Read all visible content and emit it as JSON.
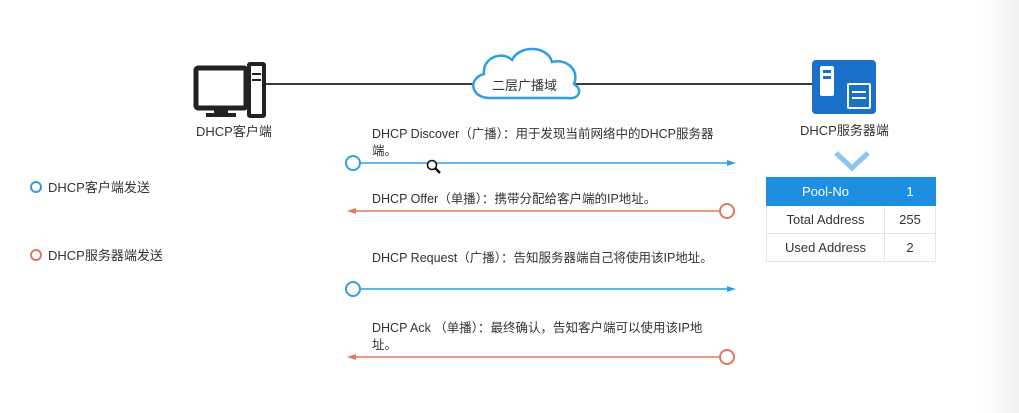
{
  "network": {
    "cloud_label": "二层广播域"
  },
  "client": {
    "label": "DHCP客户端",
    "icon": "computer-icon"
  },
  "server": {
    "label": "DHCP服务器端",
    "icon": "server-icon"
  },
  "legend": {
    "client_send": "DHCP客户端发送",
    "server_send": "DHCP服务器端发送",
    "client_color": "#2f9fe0",
    "server_color": "#e0785f"
  },
  "messages": [
    {
      "text": "DHCP Discover（广播）：用于发现当前网络中的DHCP服务器端。",
      "direction": "client-to-server"
    },
    {
      "text": "DHCP Offer（单播）：携带分配给客户端的IP地址。",
      "direction": "server-to-client"
    },
    {
      "text": "DHCP Request（广播）：告知服务器端自己将使用该IP地址。",
      "direction": "client-to-server"
    },
    {
      "text": "DHCP Ack （单播）：最终确认，告知客户端可以使用该IP地址。",
      "direction": "server-to-client"
    }
  ],
  "pool_table": {
    "header": {
      "name": "Pool-No",
      "value": "1"
    },
    "rows": [
      {
        "name": "Total Address",
        "value": "255"
      },
      {
        "name": "Used Address",
        "value": "2"
      }
    ]
  }
}
